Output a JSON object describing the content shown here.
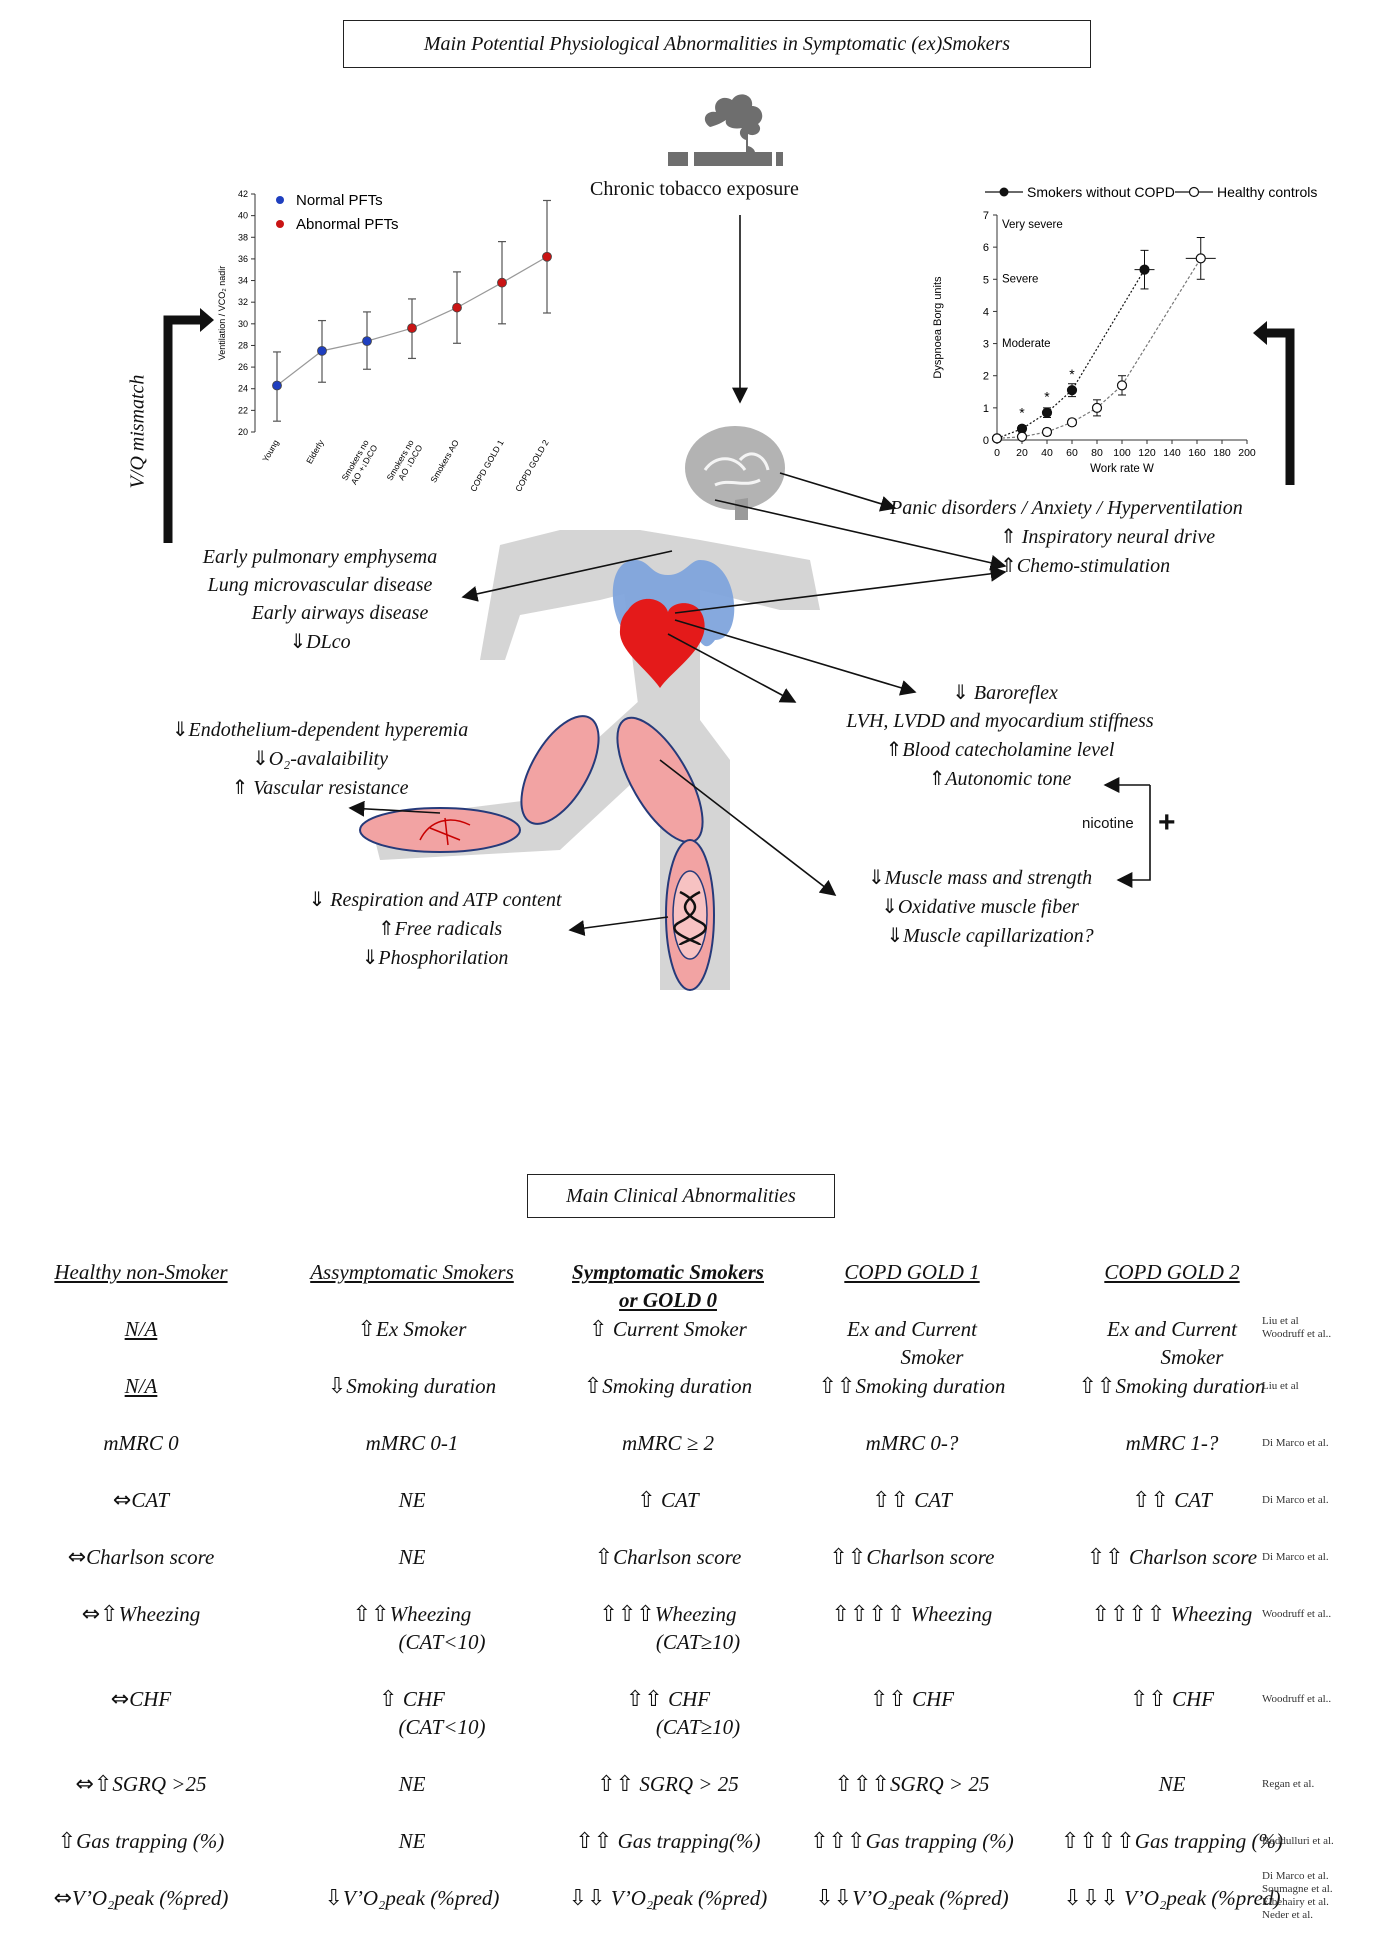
{
  "top_title": "Main Potential Physiological Abnormalities in Symptomatic (ex)Smokers",
  "exposure_label": "Chronic tobacco exposure",
  "vq_label": "V/Q mismatch",
  "left_chart": {
    "legend": {
      "normal": "Normal PFTs",
      "abnormal": "Abnormal PFTs"
    },
    "ylabel": "Ventilation / VCO₂ nadir",
    "y_ticks": [
      "20",
      "22",
      "24",
      "26",
      "28",
      "30",
      "32",
      "34",
      "36",
      "38",
      "40",
      "42"
    ],
    "categories": [
      "Young",
      "Elderly",
      "Smokers no AO +↓DₗCO",
      "Smokers no AO ↓DₗCO",
      "Smokers AO",
      "COPD GOLD 1",
      "COPD GOLD 2"
    ]
  },
  "right_chart": {
    "legend": {
      "smokers": "Smokers without COPD",
      "controls": "Healthy controls"
    },
    "ylabel": "Dyspnoea Borg units",
    "xlabel": "Work rate W",
    "y_ticks": [
      "0",
      "1",
      "2",
      "3",
      "4",
      "5",
      "6",
      "7"
    ],
    "x_ticks": [
      "0",
      "20",
      "40",
      "60",
      "80",
      "100",
      "120",
      "140",
      "160",
      "180",
      "200"
    ],
    "zones": [
      "Very severe",
      "Severe",
      "Moderate"
    ],
    "sig_mark": "*"
  },
  "chart_data": [
    {
      "type": "scatter",
      "ylim": [
        20,
        42
      ],
      "categories": [
        "Young",
        "Elderly",
        "Smokers no AO +↓DₗCO",
        "Smokers no AO ↓DₗCO",
        "Smokers AO",
        "COPD GOLD 1",
        "COPD GOLD 2"
      ],
      "values": [
        24.3,
        27.5,
        28.4,
        29.6,
        31.5,
        33.8,
        36.2
      ],
      "err_low": [
        21.0,
        24.6,
        25.8,
        26.8,
        28.2,
        30.0,
        31.0
      ],
      "err_high": [
        27.4,
        30.3,
        31.1,
        32.3,
        34.8,
        37.6,
        41.4
      ],
      "group": [
        "normal",
        "normal",
        "normal",
        "abnormal",
        "abnormal",
        "abnormal",
        "abnormal"
      ],
      "colors": {
        "normal": "#1f3fbf",
        "abnormal": "#c91414"
      }
    },
    {
      "type": "line",
      "xlim": [
        0,
        200
      ],
      "ylim": [
        0,
        7
      ],
      "series": [
        {
          "name": "Smokers without COPD",
          "filled": true,
          "x": [
            0,
            20,
            40,
            60,
            118
          ],
          "y": [
            0.05,
            0.35,
            0.85,
            1.55,
            5.3
          ],
          "yerr": [
            0.05,
            0.1,
            0.15,
            0.2,
            0.6
          ],
          "xerr": [
            0,
            0,
            0,
            0,
            8
          ]
        },
        {
          "name": "Healthy controls",
          "filled": false,
          "x": [
            0,
            20,
            40,
            60,
            80,
            100,
            163
          ],
          "y": [
            0.05,
            0.1,
            0.25,
            0.55,
            1.0,
            1.7,
            5.65
          ],
          "yerr": [
            0.05,
            0.05,
            0.1,
            0.1,
            0.25,
            0.3,
            0.65
          ],
          "xerr": [
            0,
            0,
            0,
            0,
            0,
            0,
            12
          ]
        }
      ],
      "sig_x": [
        20,
        40,
        60
      ]
    }
  ],
  "brain_effects": {
    "line1": "Panic disorders / Anxiety /  Hyperventilation",
    "line2": "Inspiratory neural drive",
    "line3": "Chemo-stimulation"
  },
  "lung_effects": {
    "line1": "Early  pulmonary emphysema",
    "line2": "Lung microvascular disease",
    "line3": "Early airways disease",
    "line4": "DLco"
  },
  "heart_effects": {
    "line1": "Baroreflex",
    "line2": "LVH, LVDD  and  myocardium stiffness",
    "line3": "Blood catecholamine level",
    "line4": "Autonomic tone"
  },
  "nicotine_label": "nicotine",
  "plus_sign": "+",
  "vascular_effects": {
    "line1": "Endothelium-dependent hyperemia",
    "line2": "O₂-avalaibility",
    "line3": "Vascular resistance"
  },
  "muscle_effects": {
    "line1": "Muscle mass and strength",
    "line2": "Oxidative muscle fiber",
    "line3": "Muscle capillarization?"
  },
  "mito_effects": {
    "line1": "Respiration and ATP content",
    "line2": "Free radicals",
    "line3": "Phosphorilation"
  },
  "clinical_title": "Main Clinical Abnormalities",
  "table": {
    "headers": [
      "Healthy non-Smoker",
      "Assymptomatic Smokers",
      "Symptomatic Smokers",
      "COPD GOLD 1",
      "COPD GOLD 2"
    ],
    "header_line2": "or GOLD  0",
    "rows": [
      {
        "cells": [
          {
            "t": "N/A",
            "u": true
          },
          {
            "a": "⇧",
            "t": "Ex Smoker"
          },
          {
            "a": "⇧",
            "t": " Current Smoker"
          },
          {
            "t": "Ex and Current",
            "t2": "Smoker"
          },
          {
            "t": "Ex and Current",
            "t2": "Smoker"
          }
        ],
        "refs": [
          "Liu et al",
          "Woodruff et al.."
        ]
      },
      {
        "cells": [
          {
            "t": "N/A",
            "u": true
          },
          {
            "a": "⇩",
            "t": "Smoking duration"
          },
          {
            "a": "⇧",
            "t": "Smoking duration"
          },
          {
            "a": "⇧⇧",
            "t": "Smoking duration"
          },
          {
            "a": "⇧⇧",
            "t": "Smoking duration"
          }
        ],
        "refs": [
          "Liu et al"
        ]
      },
      {
        "cells": [
          {
            "t": "mMRC  0"
          },
          {
            "t": "mMRC  0-1"
          },
          {
            "t": "mMRC ≥ 2"
          },
          {
            "t": "mMRC  0-?"
          },
          {
            "t": "mMRC  1-?"
          }
        ],
        "refs": [
          "Di Marco et al."
        ]
      },
      {
        "cells": [
          {
            "a": "⇔",
            "t": "CAT"
          },
          {
            "t": "NE"
          },
          {
            "a": "⇧",
            "t": " CAT"
          },
          {
            "a": "⇧⇧",
            "t": " CAT"
          },
          {
            "a": "⇧⇧",
            "t": "  CAT"
          }
        ],
        "refs": [
          "Di Marco et al."
        ]
      },
      {
        "cells": [
          {
            "a": "⇔",
            "t": "Charlson score"
          },
          {
            "t": "NE"
          },
          {
            "a": "⇧",
            "t": "Charlson score"
          },
          {
            "a": "⇧⇧",
            "t": "Charlson score"
          },
          {
            "a": "⇧⇧",
            "t": " Charlson score"
          }
        ],
        "refs": [
          "Di Marco et al."
        ]
      },
      {
        "cells": [
          {
            "a": "⇔⇧",
            "t": "Wheezing"
          },
          {
            "a": "⇧⇧",
            "t": "Wheezing",
            "t2": "(CAT<10)"
          },
          {
            "a": "⇧⇧⇧",
            "t": "Wheezing",
            "t2": "(CAT≥10)"
          },
          {
            "a": "⇧⇧⇧⇧",
            "t": "  Wheezing"
          },
          {
            "a": "⇧⇧⇧⇧",
            "t": " Wheezing"
          }
        ],
        "refs": [
          "Woodruff et al.."
        ]
      },
      {
        "cells": [
          {
            "a": "⇔",
            "t": "CHF"
          },
          {
            "a": "⇧",
            "t": " CHF",
            "t2": "(CAT<10)"
          },
          {
            "a": "⇧⇧",
            "t": " CHF",
            "t2": "(CAT≥10)"
          },
          {
            "a": "⇧⇧",
            "t": "  CHF"
          },
          {
            "a": "⇧⇧",
            "t": "  CHF"
          }
        ],
        "refs": [
          "Woodruff et al.."
        ]
      },
      {
        "cells": [
          {
            "a": "⇔⇧",
            "t": "SGRQ >25"
          },
          {
            "t": "NE"
          },
          {
            "a": "⇧⇧",
            "t": " SGRQ > 25"
          },
          {
            "a": "⇧⇧⇧",
            "t": "SGRQ > 25"
          },
          {
            "t": "NE"
          }
        ],
        "refs": [
          "Regan et al."
        ]
      },
      {
        "cells": [
          {
            "a": "⇧",
            "t": "Gas trapping (%)"
          },
          {
            "t": "NE"
          },
          {
            "a": "⇧⇧",
            "t": " Gas trapping(%)"
          },
          {
            "a": "⇧⇧⇧",
            "t": "Gas trapping (%)"
          },
          {
            "a": "⇧⇧⇧⇧",
            "t": "Gas trapping (%)"
          }
        ],
        "refs": [
          "Boddulluri et al."
        ]
      },
      {
        "cells": [
          {
            "a": "⇔",
            "t": "V’O₂peak (%pred)"
          },
          {
            "a": "⇩",
            "t": "V’O₂peak (%pred)"
          },
          {
            "a": "⇩⇩",
            "t": " V’O₂peak (%pred)"
          },
          {
            "a": "⇩⇩",
            "t": "V’O₂peak (%pred)"
          },
          {
            "a": "⇩⇩⇩",
            "t": " V’O₂peak (%pred)"
          }
        ],
        "refs": [
          "Di Marco et al.",
          "Soumagne et al.",
          "Elbehairy et al.",
          "Neder et al."
        ]
      }
    ]
  }
}
